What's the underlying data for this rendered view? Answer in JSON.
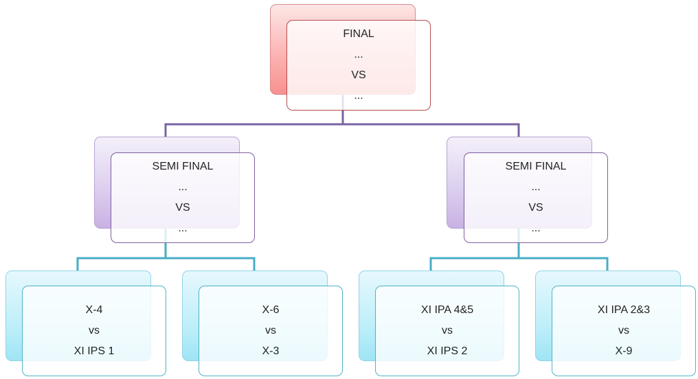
{
  "colors": {
    "final_connector": "#7a63a3",
    "semi_connector": "#46aec4"
  },
  "final": {
    "title": "FINAL",
    "team_a": "...",
    "versus": "VS",
    "team_b": "..."
  },
  "semi_finals": [
    {
      "title": "SEMI FINAL",
      "team_a": "...",
      "versus": "VS",
      "team_b": "..."
    },
    {
      "title": "SEMI FINAL",
      "team_a": "...",
      "versus": "VS",
      "team_b": "..."
    }
  ],
  "matches": [
    {
      "team_a": "X-4",
      "versus": "vs",
      "team_b": "XI IPS 1"
    },
    {
      "team_a": "X-6",
      "versus": "vs",
      "team_b": "X-3"
    },
    {
      "team_a": "XI IPA 4&5",
      "versus": "vs",
      "team_b": "XI IPS 2"
    },
    {
      "team_a": "XI IPA 2&3",
      "versus": "vs",
      "team_b": "X-9"
    }
  ]
}
